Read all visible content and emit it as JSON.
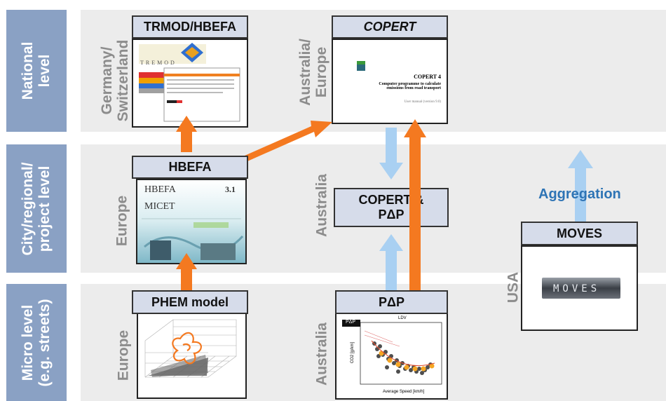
{
  "levels": {
    "national": "National\nlevel",
    "city": "City/regional/\nproject level",
    "micro": "Micro level\n(e.g. streets)"
  },
  "regions": {
    "germany_switzerland": "Germany/\nSwitzerland",
    "australia_europe": "Australia/\nEurope",
    "hbefa_europe": "Europe",
    "australia_city": "Australia",
    "phem_europe": "Europe",
    "pdp_australia": "Australia",
    "usa": "USA"
  },
  "models": {
    "trmod": "TRMOD/HBEFA",
    "copert": "COPERT",
    "hbefa": "HBEFA",
    "copert_pdp": "COPERT &\nPΔP",
    "moves": "MOVES",
    "phem": "PHEM model",
    "pdp": "PΔP"
  },
  "aggregation_label": "Aggregation",
  "covers": {
    "copert_title": "COPERT 4",
    "copert_subtitle": "Computer programme to calculate\nemissions from road transport",
    "copert_manual": "User manual (version 9.0)",
    "hbefa_title": "HBEFA",
    "hbefa_version": "3.1",
    "hbefa_micet": "MICET",
    "trmod_word": "TREMOD",
    "moves_logo": "MOVES",
    "pdp_tag": "PΔP",
    "pdp_chart_title": "LDV",
    "pdp_xlabel": "Average Speed [km/h]",
    "pdp_ylabel": "CO2 [g/km]"
  },
  "colors": {
    "level_bar": "#8aa1c4",
    "header_fill": "#d6dcea",
    "arrow_orange": "#f47920",
    "arrow_blue": "#a9d0f2",
    "aggregation_text": "#2e74b5",
    "band": "#ececec"
  }
}
